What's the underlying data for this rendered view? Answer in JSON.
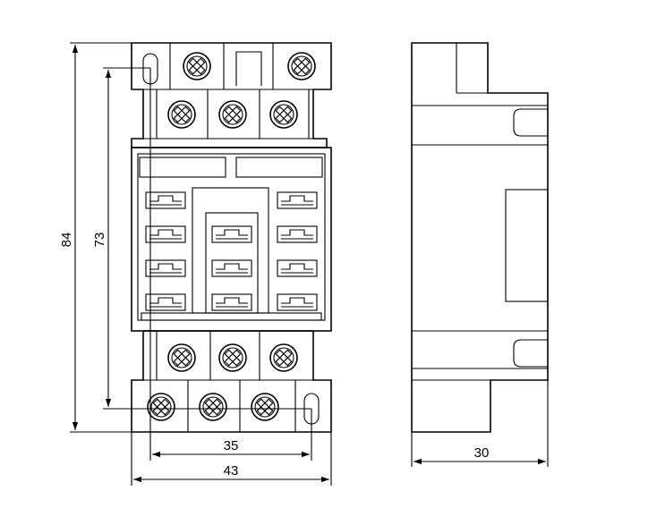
{
  "dimensions": {
    "total_height": "84",
    "mount_height": "73",
    "mount_width": "35",
    "total_width": "43",
    "depth": "30"
  },
  "colors": {
    "line": "#000000",
    "background": "#ffffff"
  },
  "icons": [
    "screw-terminal-icon",
    "mounting-slot-icon",
    "socket-contact-icon"
  ]
}
